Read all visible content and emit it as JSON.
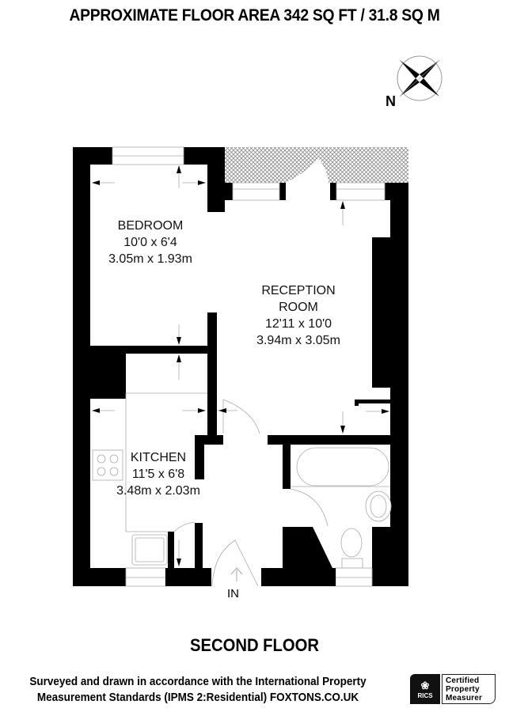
{
  "header": {
    "title": "APPROXIMATE FLOOR AREA 342 SQ FT / 31.8 SQ M"
  },
  "compass": {
    "icon": "compass-rose-icon",
    "label": "N"
  },
  "rooms": [
    {
      "name": "BEDROOM",
      "imperial": "10'0 x 6'4",
      "metric": "3.05m x 1.93m"
    },
    {
      "name_line1": "RECEPTION",
      "name_line2": "ROOM",
      "imperial": "12'11 x 10'0",
      "metric": "3.94m x 3.05m"
    },
    {
      "name": "KITCHEN",
      "imperial": "11'5 x 6'8",
      "metric": "3.48m x 2.03m"
    }
  ],
  "entrance": {
    "label": "IN"
  },
  "floor": {
    "name": "SECOND FLOOR"
  },
  "footer": {
    "line1": "Surveyed and drawn in accordance with the International Property",
    "line2": "Measurement Standards (IPMS 2:Residential) FOXTONS.CO.UK"
  },
  "badge": {
    "org": "RICS",
    "line1": "Certified",
    "line2": "Property",
    "line3": "Measurer"
  },
  "colors": {
    "wall": "#000000",
    "fixture_line": "#b0b0b0",
    "balcony_hatch": "#9a9a9a",
    "background": "#ffffff"
  }
}
